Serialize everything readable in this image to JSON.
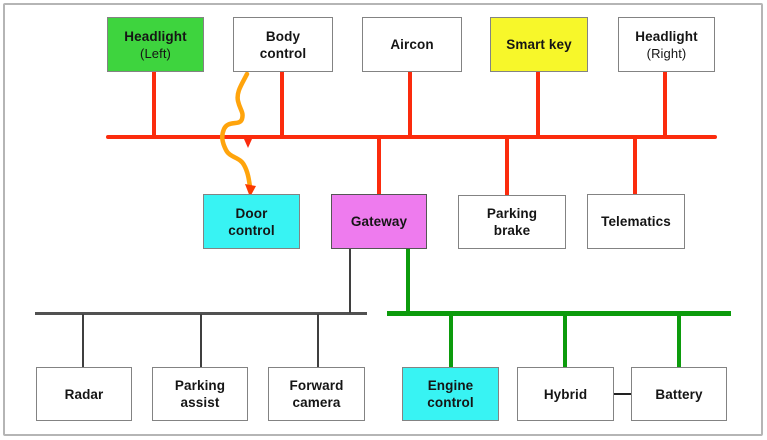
{
  "colors": {
    "bus_red": "#fb2b0d",
    "bus_green": "#0c9b0c",
    "bus_gray": "#515151",
    "drop_gray": "#3f3f3f",
    "link_black": "#222222",
    "box_green": "#3ed43e",
    "box_yellow": "#f7f72a",
    "box_cyan": "#38f3f3",
    "box_magenta": "#ee7bee",
    "annotation_orange": "#ffa40c",
    "annotation_arrow": "#fb3a00"
  },
  "nodes": {
    "headlight_left": {
      "label": "Headlight",
      "sublabel": "(Left)"
    },
    "body_control": {
      "line1": "Body",
      "line2": "control"
    },
    "aircon": {
      "label": "Aircon"
    },
    "smart_key": {
      "label": "Smart key"
    },
    "headlight_right": {
      "label": "Headlight",
      "sublabel": "(Right)"
    },
    "door_control": {
      "line1": "Door",
      "line2": "control"
    },
    "gateway": {
      "label": "Gateway"
    },
    "parking_brake": {
      "line1": "Parking",
      "line2": "brake"
    },
    "telematics": {
      "label": "Telematics"
    },
    "radar": {
      "label": "Radar"
    },
    "parking_assist": {
      "line1": "Parking",
      "line2": "assist"
    },
    "forward_camera": {
      "line1": "Forward",
      "line2": "camera"
    },
    "engine_control": {
      "line1": "Engine",
      "line2": "control"
    },
    "hybrid": {
      "label": "Hybrid"
    },
    "battery": {
      "label": "Battery"
    }
  },
  "connections": {
    "red_bus_members": [
      "headlight_left",
      "body_control",
      "aircon",
      "smart_key",
      "headlight_right",
      "gateway",
      "parking_brake",
      "telematics"
    ],
    "gray_bus_members": [
      "gateway",
      "radar",
      "parking_assist",
      "forward_camera"
    ],
    "green_bus_members": [
      "gateway",
      "engine_control",
      "hybrid",
      "battery"
    ],
    "direct_link": [
      "hybrid",
      "battery"
    ],
    "annotation_arrow": {
      "from": "body_control",
      "to": "door_control"
    }
  }
}
